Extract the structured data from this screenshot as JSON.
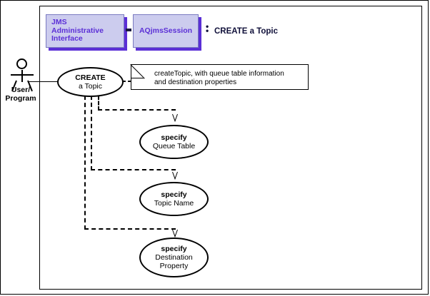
{
  "diagram": {
    "title": "CREATE a Topic",
    "title_colon": ":",
    "header_boxes": [
      {
        "id": "jms-admin-interface",
        "label": "JMS\nAdministrative\nInterface",
        "line1": "JMS",
        "line2": "Administrative",
        "line3": "Interface"
      },
      {
        "id": "aqjms-session",
        "label": "AQjmsSession"
      }
    ],
    "separator": "-",
    "actor": {
      "icon": "actor-stick-figure",
      "label_line1": "User/",
      "label_line2": "Program"
    },
    "use_cases": [
      {
        "id": "create-a-topic",
        "line1": "CREATE",
        "line2": "a Topic",
        "bold_first": true
      },
      {
        "id": "specify-queue-table",
        "line1": "specify",
        "line2": "Queue Table",
        "bold_first": true
      },
      {
        "id": "specify-topic-name",
        "line1": "specify",
        "line2": "Topic Name",
        "bold_first": true
      },
      {
        "id": "specify-destination-property",
        "line1": "specify",
        "line2": "Destination",
        "line3": "Property",
        "bold_first": true
      }
    ],
    "note": {
      "id": "create-topic-note",
      "line1": "createTopic, with queue table information",
      "line2": "and destination properties"
    },
    "colors": {
      "box_fill": "#ccccee",
      "box_text": "#5b2fd6",
      "box_shadow": "#5b2fd6",
      "box_border": "#7a7ac0",
      "title_text": "#10103a",
      "line": "#000000",
      "background": "#ffffff"
    }
  }
}
